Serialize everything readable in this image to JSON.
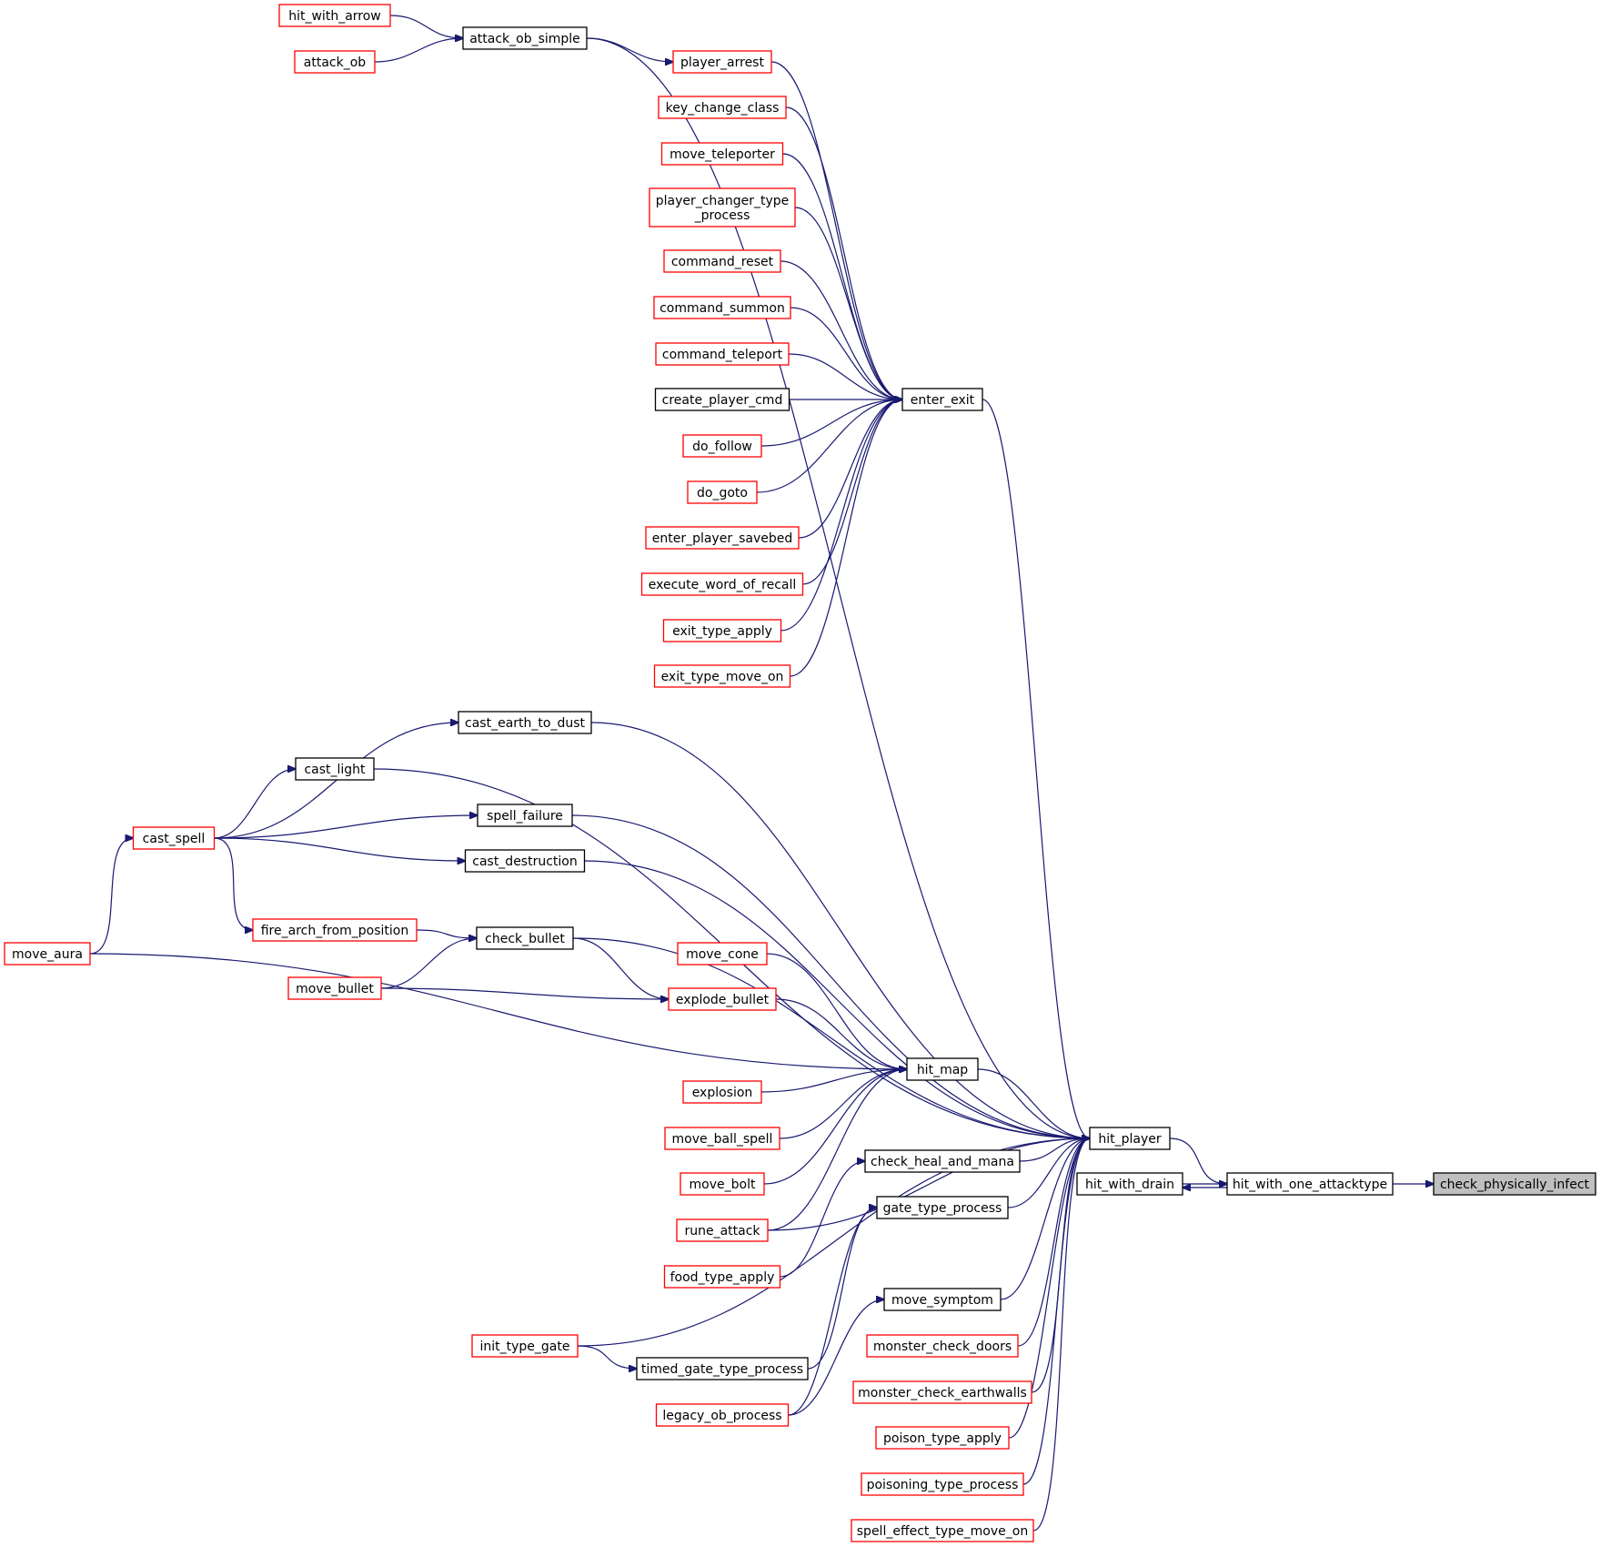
{
  "colors": {
    "edge": "#191970",
    "red_border": "#ff0000",
    "black_border": "#000000",
    "focus_fill": "#bfbfbf"
  },
  "nodes": {
    "hit_with_arrow": {
      "label": [
        "hit_with_arrow"
      ],
      "style": "red"
    },
    "attack_ob": {
      "label": [
        "attack_ob"
      ],
      "style": "red"
    },
    "attack_ob_simple": {
      "label": [
        "attack_ob_simple"
      ],
      "style": "black"
    },
    "player_arrest": {
      "label": [
        "player_arrest"
      ],
      "style": "red"
    },
    "key_change_class": {
      "label": [
        "key_change_class"
      ],
      "style": "red"
    },
    "move_teleporter": {
      "label": [
        "move_teleporter"
      ],
      "style": "red"
    },
    "player_changer_type_process": {
      "label": [
        "player_changer_type",
        "_process"
      ],
      "style": "red"
    },
    "command_reset": {
      "label": [
        "command_reset"
      ],
      "style": "red"
    },
    "command_summon": {
      "label": [
        "command_summon"
      ],
      "style": "red"
    },
    "command_teleport": {
      "label": [
        "command_teleport"
      ],
      "style": "red"
    },
    "create_player_cmd": {
      "label": [
        "create_player_cmd"
      ],
      "style": "black"
    },
    "do_follow": {
      "label": [
        "do_follow"
      ],
      "style": "red"
    },
    "do_goto": {
      "label": [
        "do_goto"
      ],
      "style": "red"
    },
    "enter_player_savebed": {
      "label": [
        "enter_player_savebed"
      ],
      "style": "red"
    },
    "execute_word_of_recall": {
      "label": [
        "execute_word_of_recall"
      ],
      "style": "red"
    },
    "exit_type_apply": {
      "label": [
        "exit_type_apply"
      ],
      "style": "red"
    },
    "exit_type_move_on": {
      "label": [
        "exit_type_move_on"
      ],
      "style": "red"
    },
    "enter_exit": {
      "label": [
        "enter_exit"
      ],
      "style": "black"
    },
    "cast_earth_to_dust": {
      "label": [
        "cast_earth_to_dust"
      ],
      "style": "black"
    },
    "cast_light": {
      "label": [
        "cast_light"
      ],
      "style": "black"
    },
    "spell_failure": {
      "label": [
        "spell_failure"
      ],
      "style": "black"
    },
    "cast_spell": {
      "label": [
        "cast_spell"
      ],
      "style": "red"
    },
    "cast_destruction": {
      "label": [
        "cast_destruction"
      ],
      "style": "black"
    },
    "fire_arch_from_position": {
      "label": [
        "fire_arch_from_position"
      ],
      "style": "red"
    },
    "check_bullet": {
      "label": [
        "check_bullet"
      ],
      "style": "black"
    },
    "move_aura": {
      "label": [
        "move_aura"
      ],
      "style": "red"
    },
    "move_bullet": {
      "label": [
        "move_bullet"
      ],
      "style": "red"
    },
    "move_cone": {
      "label": [
        "move_cone"
      ],
      "style": "red"
    },
    "explode_bullet": {
      "label": [
        "explode_bullet"
      ],
      "style": "red"
    },
    "hit_map": {
      "label": [
        "hit_map"
      ],
      "style": "black"
    },
    "explosion": {
      "label": [
        "explosion"
      ],
      "style": "red"
    },
    "move_ball_spell": {
      "label": [
        "move_ball_spell"
      ],
      "style": "red"
    },
    "move_bolt": {
      "label": [
        "move_bolt"
      ],
      "style": "red"
    },
    "rune_attack": {
      "label": [
        "rune_attack"
      ],
      "style": "red"
    },
    "food_type_apply": {
      "label": [
        "food_type_apply"
      ],
      "style": "red"
    },
    "init_type_gate": {
      "label": [
        "init_type_gate"
      ],
      "style": "red"
    },
    "timed_gate_type_process": {
      "label": [
        "timed_gate_type_process"
      ],
      "style": "black"
    },
    "legacy_ob_process": {
      "label": [
        "legacy_ob_process"
      ],
      "style": "red"
    },
    "check_heal_and_mana": {
      "label": [
        "check_heal_and_mana"
      ],
      "style": "black"
    },
    "gate_type_process": {
      "label": [
        "gate_type_process"
      ],
      "style": "black"
    },
    "move_symptom": {
      "label": [
        "move_symptom"
      ],
      "style": "black"
    },
    "monster_check_doors": {
      "label": [
        "monster_check_doors"
      ],
      "style": "red"
    },
    "monster_check_earthwalls": {
      "label": [
        "monster_check_earthwalls"
      ],
      "style": "red"
    },
    "poison_type_apply": {
      "label": [
        "poison_type_apply"
      ],
      "style": "red"
    },
    "poisoning_type_process": {
      "label": [
        "poisoning_type_process"
      ],
      "style": "red"
    },
    "spell_effect_type_move_on": {
      "label": [
        "spell_effect_type_move_on"
      ],
      "style": "red"
    },
    "hit_player": {
      "label": [
        "hit_player"
      ],
      "style": "black"
    },
    "hit_with_drain": {
      "label": [
        "hit_with_drain"
      ],
      "style": "black"
    },
    "hit_with_one_attacktype": {
      "label": [
        "hit_with_one_attacktype"
      ],
      "style": "black"
    },
    "check_physically_infect": {
      "label": [
        "check_physically_infect"
      ],
      "style": "focus"
    }
  },
  "edges": [
    [
      "hit_with_arrow",
      "attack_ob_simple"
    ],
    [
      "attack_ob",
      "attack_ob_simple"
    ],
    [
      "attack_ob_simple",
      "player_arrest"
    ],
    [
      "attack_ob_simple",
      "hit_player"
    ],
    [
      "player_arrest",
      "enter_exit"
    ],
    [
      "key_change_class",
      "enter_exit"
    ],
    [
      "move_teleporter",
      "enter_exit"
    ],
    [
      "player_changer_type_process",
      "enter_exit"
    ],
    [
      "command_reset",
      "enter_exit"
    ],
    [
      "command_summon",
      "enter_exit"
    ],
    [
      "command_teleport",
      "enter_exit"
    ],
    [
      "create_player_cmd",
      "enter_exit"
    ],
    [
      "do_follow",
      "enter_exit"
    ],
    [
      "do_goto",
      "enter_exit"
    ],
    [
      "enter_player_savebed",
      "enter_exit"
    ],
    [
      "execute_word_of_recall",
      "enter_exit"
    ],
    [
      "exit_type_apply",
      "enter_exit"
    ],
    [
      "exit_type_move_on",
      "enter_exit"
    ],
    [
      "enter_exit",
      "hit_player"
    ],
    [
      "cast_spell",
      "cast_earth_to_dust"
    ],
    [
      "cast_spell",
      "cast_light"
    ],
    [
      "cast_spell",
      "spell_failure"
    ],
    [
      "cast_spell",
      "cast_destruction"
    ],
    [
      "cast_spell",
      "fire_arch_from_position"
    ],
    [
      "move_aura",
      "cast_spell"
    ],
    [
      "move_aura",
      "hit_map"
    ],
    [
      "fire_arch_from_position",
      "check_bullet"
    ],
    [
      "move_bullet",
      "check_bullet"
    ],
    [
      "move_bullet",
      "explode_bullet"
    ],
    [
      "check_bullet",
      "explode_bullet"
    ],
    [
      "move_cone",
      "hit_map"
    ],
    [
      "explode_bullet",
      "hit_map"
    ],
    [
      "explosion",
      "hit_map"
    ],
    [
      "move_ball_spell",
      "hit_map"
    ],
    [
      "move_bolt",
      "hit_map"
    ],
    [
      "rune_attack",
      "hit_map"
    ],
    [
      "rune_attack",
      "hit_player"
    ],
    [
      "food_type_apply",
      "check_heal_and_mana"
    ],
    [
      "init_type_gate",
      "timed_gate_type_process"
    ],
    [
      "init_type_gate",
      "hit_player"
    ],
    [
      "timed_gate_type_process",
      "gate_type_process"
    ],
    [
      "legacy_ob_process",
      "gate_type_process"
    ],
    [
      "legacy_ob_process",
      "move_symptom"
    ],
    [
      "cast_earth_to_dust",
      "hit_player"
    ],
    [
      "cast_light",
      "hit_player"
    ],
    [
      "spell_failure",
      "hit_player"
    ],
    [
      "cast_destruction",
      "hit_player"
    ],
    [
      "check_bullet",
      "hit_player"
    ],
    [
      "hit_map",
      "hit_player"
    ],
    [
      "check_heal_and_mana",
      "hit_player"
    ],
    [
      "gate_type_process",
      "hit_player"
    ],
    [
      "move_symptom",
      "hit_player"
    ],
    [
      "monster_check_doors",
      "hit_player"
    ],
    [
      "monster_check_earthwalls",
      "hit_player"
    ],
    [
      "poison_type_apply",
      "hit_player"
    ],
    [
      "poisoning_type_process",
      "hit_player"
    ],
    [
      "spell_effect_type_move_on",
      "hit_player"
    ],
    [
      "hit_player",
      "hit_with_one_attacktype"
    ],
    [
      "hit_with_drain",
      "hit_with_one_attacktype"
    ],
    [
      "hit_with_one_attacktype",
      "hit_with_drain"
    ],
    [
      "hit_with_one_attacktype",
      "check_physically_infect"
    ]
  ]
}
